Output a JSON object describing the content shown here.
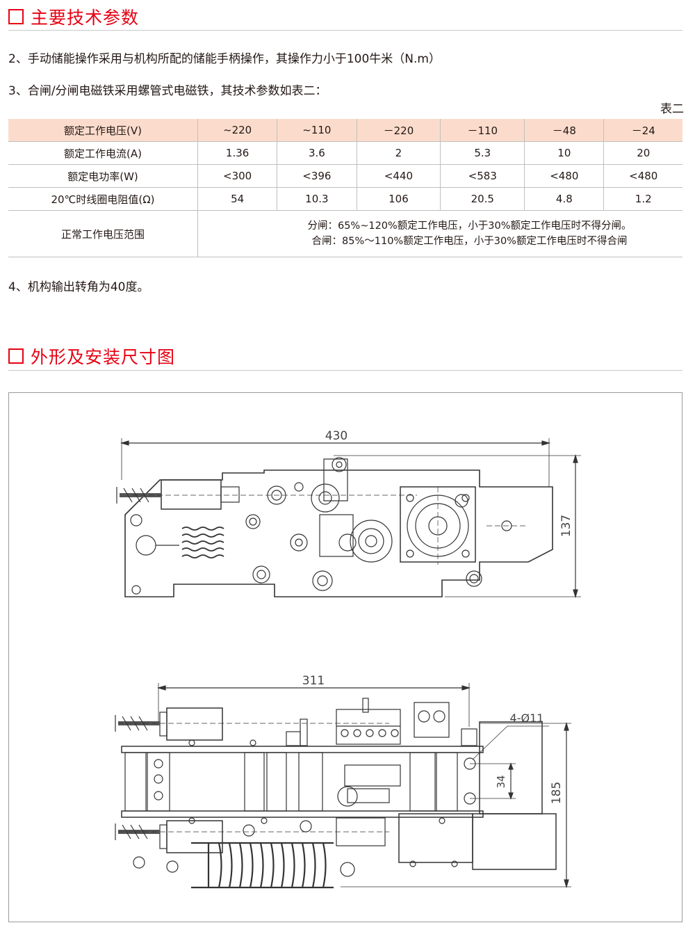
{
  "section1": {
    "title": "主要技术参数"
  },
  "para2": "2、手动储能操作采用与机构所配的储能手柄操作，其操作力小于100牛米（N.m）",
  "para3": "3、合闸/分闸电磁铁采用螺管式电磁铁，其技术参数如表二：",
  "table_label": "表二",
  "table": {
    "header": [
      "额定工作电压(V)",
      "~220",
      "~110",
      "－220",
      "－110",
      "－48",
      "－24"
    ],
    "rows": [
      [
        "额定工作电流(A)",
        "1.36",
        "3.6",
        "2",
        "5.3",
        "10",
        "20"
      ],
      [
        "额定电功率(W)",
        "<300",
        "<396",
        "<440",
        "<583",
        "<480",
        "<480"
      ],
      [
        "20℃时线圈电阻值(Ω)",
        "54",
        "10.3",
        "106",
        "20.5",
        "4.8",
        "1.2"
      ]
    ],
    "range_label": "正常工作电压范围",
    "range_open": "分闸：65%~120%额定工作电压，小于30%额定工作电压时不得分闸。",
    "range_close": "合闸：85%～110%额定工作电压，小于30%额定工作电压时不得合闸"
  },
  "para4": "4、机构输出转角为40度。",
  "section2": {
    "title": "外形及安装尺寸图"
  },
  "drawing": {
    "dim_width_top": "430",
    "dim_height_top": "137",
    "dim_width_bottom": "311",
    "dim_height_bottom": "185",
    "dim_hole_spacing": "34",
    "dim_holes": "4-Ø11"
  },
  "colors": {
    "accent": "#e60012",
    "table_header": "#fbdccc"
  }
}
